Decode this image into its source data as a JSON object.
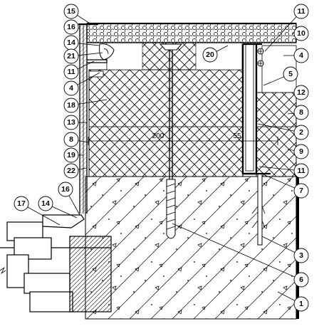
{
  "diagram": {
    "dimensions": {
      "left": "200",
      "right": "55"
    },
    "callouts": [
      {
        "id": "c15",
        "label": "15"
      },
      {
        "id": "c16a",
        "label": "16"
      },
      {
        "id": "c14a",
        "label": "14"
      },
      {
        "id": "c21",
        "label": "21"
      },
      {
        "id": "c11a",
        "label": "11"
      },
      {
        "id": "c4a",
        "label": "4"
      },
      {
        "id": "c18",
        "label": "18"
      },
      {
        "id": "c13",
        "label": "13"
      },
      {
        "id": "c8a",
        "label": "8"
      },
      {
        "id": "c19",
        "label": "19"
      },
      {
        "id": "c22",
        "label": "22"
      },
      {
        "id": "c16b",
        "label": "16"
      },
      {
        "id": "c17",
        "label": "17"
      },
      {
        "id": "c14b",
        "label": "14"
      },
      {
        "id": "c20",
        "label": "20"
      },
      {
        "id": "c11b",
        "label": "11"
      },
      {
        "id": "c10",
        "label": "10"
      },
      {
        "id": "c4b",
        "label": "4"
      },
      {
        "id": "c5",
        "label": "5"
      },
      {
        "id": "c12",
        "label": "12"
      },
      {
        "id": "c8b",
        "label": "8"
      },
      {
        "id": "c2",
        "label": "2"
      },
      {
        "id": "c9",
        "label": "9"
      },
      {
        "id": "c11c",
        "label": "11"
      },
      {
        "id": "c7",
        "label": "7"
      },
      {
        "id": "c3",
        "label": "3"
      },
      {
        "id": "c6",
        "label": "6"
      },
      {
        "id": "c1",
        "label": "1"
      }
    ]
  }
}
